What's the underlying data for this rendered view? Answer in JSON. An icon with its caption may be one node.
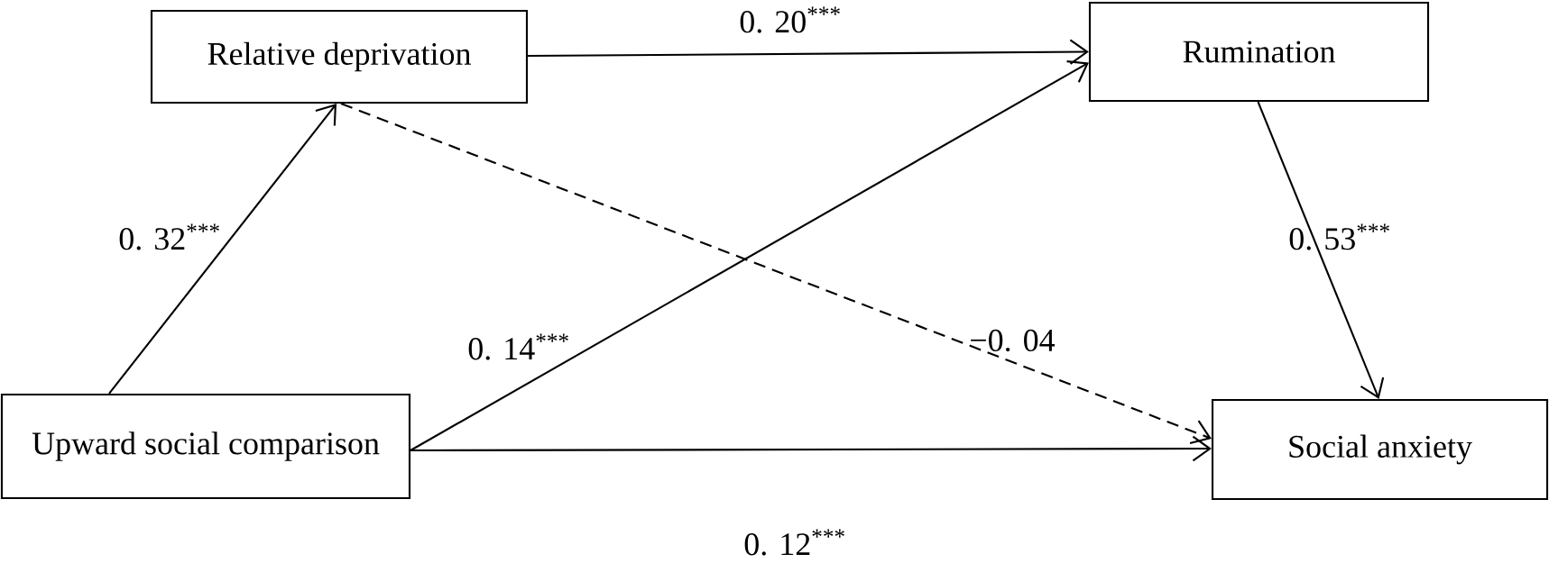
{
  "diagram": {
    "nodes": [
      {
        "text": [
          "Relative deprivation"
        ]
      },
      {
        "text": [
          "Rumination"
        ]
      },
      {
        "text": [
          "Upward social comparison"
        ]
      },
      {
        "text": [
          "Social anxiety"
        ]
      }
    ],
    "edges": [
      {
        "from": 0,
        "to": 1,
        "arrow": "to",
        "label": "0. 20$^{***}$"
      },
      {
        "from": 2,
        "to": 0,
        "arrow": "to",
        "label": "0. 32$^{***}$"
      },
      {
        "from": 2,
        "to": 1,
        "arrow": "to",
        "label": "0. 14$^{***}$"
      },
      {
        "from": 0,
        "to": 3,
        "arrow": "to",
        "label": "−0. 04",
        "style": "dashed"
      },
      {
        "from": 1,
        "to": 3,
        "arrow": "to",
        "label": "0. 53$^{***}$"
      },
      {
        "from": 2,
        "to": 3,
        "arrow": "to",
        "label": "0. 12$^{***}$"
      }
    ]
  }
}
